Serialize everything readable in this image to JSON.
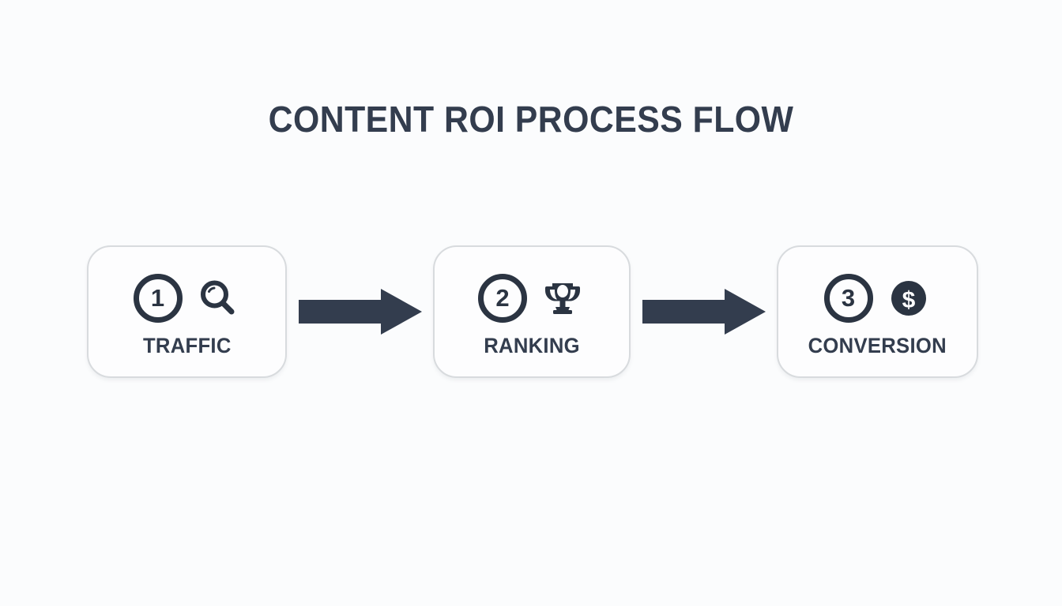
{
  "page": {
    "title": "CONTENT ROI PROCESS FLOW",
    "background_color": "#fbfcfd",
    "accent_color": "#2b3442",
    "text_color": "#333d4e",
    "card_border_color": "#d8dbde"
  },
  "flow": {
    "steps": [
      {
        "number": "1",
        "label": "TRAFFIC",
        "icon": "magnifier-icon"
      },
      {
        "number": "2",
        "label": "RANKING",
        "icon": "trophy-icon"
      },
      {
        "number": "3",
        "label": "CONVERSION",
        "icon": "dollar-coin-icon"
      }
    ],
    "connectors": [
      {
        "icon": "arrow-right-icon",
        "direction": "right"
      },
      {
        "icon": "arrow-right-icon",
        "direction": "right"
      }
    ]
  }
}
